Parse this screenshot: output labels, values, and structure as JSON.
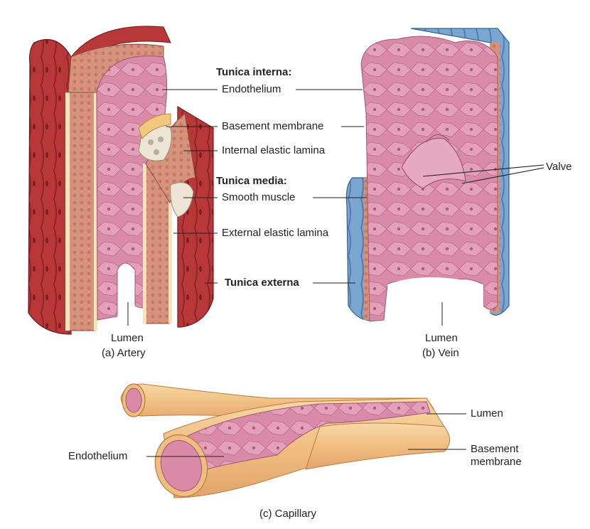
{
  "labels": {
    "tunica_interna": "Tunica interna:",
    "endothelium": "Endothelium",
    "basement_membrane": "Basement membrane",
    "internal_elastic_lamina": "Internal elastic lamina",
    "tunica_media": "Tunica media:",
    "smooth_muscle": "Smooth muscle",
    "external_elastic_lamina": "External elastic lamina",
    "tunica_externa": "Tunica externa",
    "valve": "Valve",
    "lumen_artery": "Lumen",
    "caption_artery": "(a) Artery",
    "lumen_vein": "Lumen",
    "caption_vein": "(b) Vein",
    "lumen_capillary": "Lumen",
    "endothelium_capillary": "Endothelium",
    "basement_membrane_cap_1": "Basement",
    "basement_membrane_cap_2": "membrane",
    "caption_capillary": "(c) Capillary"
  },
  "colors": {
    "artery_externa": "#b8383a",
    "vein_externa": "#6e9cc8",
    "endothelium_pink": "#d98aa6",
    "smooth_muscle": "#d89a86",
    "elastic_lamina": "#f2e6b8",
    "capillary_membrane": "#f0c48a",
    "leader_line": "#222222"
  }
}
